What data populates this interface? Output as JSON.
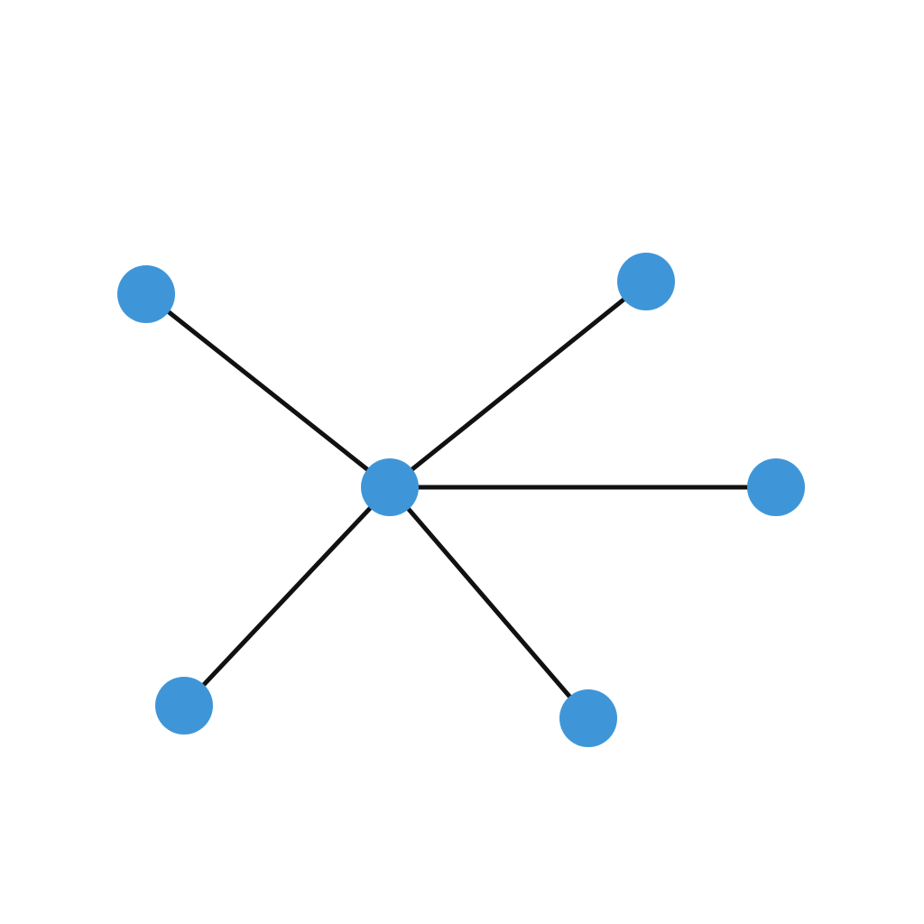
{
  "colors": {
    "background": "#ffffff",
    "node": "#3e96d8",
    "edge": "#111111"
  },
  "graph": {
    "type": "star",
    "hub": "center",
    "nodes": [
      "center",
      "upper-left",
      "upper-right",
      "right",
      "lower-left",
      "lower-right"
    ],
    "edges": [
      [
        "center",
        "upper-left"
      ],
      [
        "center",
        "upper-right"
      ],
      [
        "center",
        "right"
      ],
      [
        "center",
        "lower-left"
      ],
      [
        "center",
        "lower-right"
      ]
    ]
  }
}
